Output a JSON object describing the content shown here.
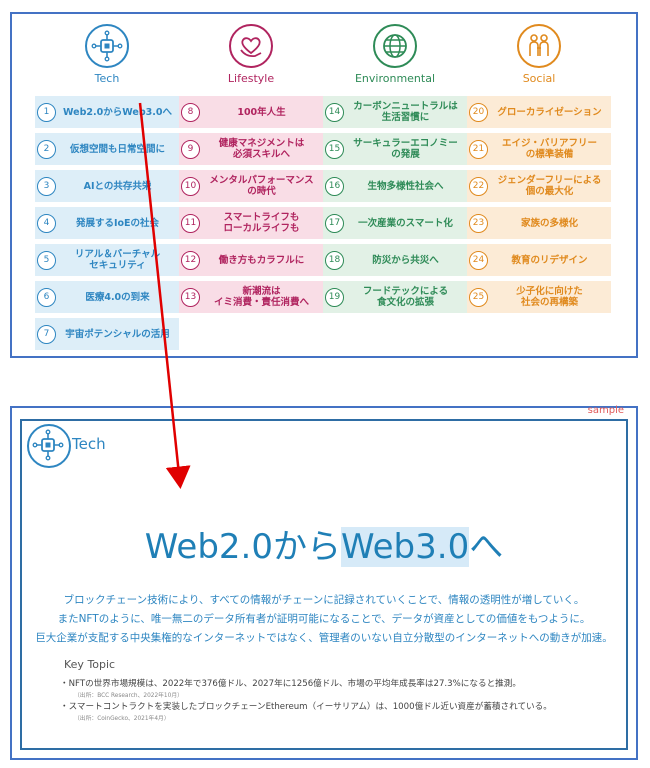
{
  "top_panel": {
    "categories": [
      {
        "title": "Tech",
        "icon": "circuit-chip-icon",
        "color": "#2e86c1",
        "bg": "#ddeef8",
        "items": [
          {
            "num": "1",
            "label": "Web2.0からWeb3.0へ"
          },
          {
            "num": "2",
            "label": "仮想空間も日常空間に"
          },
          {
            "num": "3",
            "label": "AIとの共存共栄"
          },
          {
            "num": "4",
            "label": "発展するIoEの社会"
          },
          {
            "num": "5",
            "label": "リアル＆バーチャル\nセキュリティ"
          },
          {
            "num": "6",
            "label": "医療4.0の到来"
          },
          {
            "num": "7",
            "label": "宇宙ポテンシャルの活用"
          }
        ]
      },
      {
        "title": "Lifestyle",
        "icon": "heart-hand-icon",
        "color": "#b0245f",
        "bg": "#f9dde6",
        "items": [
          {
            "num": "8",
            "label": "100年人生"
          },
          {
            "num": "9",
            "label": "健康マネジメントは\n必須スキルへ"
          },
          {
            "num": "10",
            "label": "メンタルパフォーマンス\nの時代"
          },
          {
            "num": "11",
            "label": "スマートライフも\nローカルライフも"
          },
          {
            "num": "12",
            "label": "働き方もカラフルに"
          },
          {
            "num": "13",
            "label": "新潮流は\nイミ消費・責任消費へ"
          }
        ]
      },
      {
        "title": "Environmental",
        "icon": "globe-icon",
        "color": "#2e8b57",
        "bg": "#e2f1e6",
        "items": [
          {
            "num": "14",
            "label": "カーボンニュートラルは\n生活習慣に"
          },
          {
            "num": "15",
            "label": "サーキュラーエコノミー\nの発展"
          },
          {
            "num": "16",
            "label": "生物多様性社会へ"
          },
          {
            "num": "17",
            "label": "一次産業のスマート化"
          },
          {
            "num": "18",
            "label": "防災から共災へ"
          },
          {
            "num": "19",
            "label": "フードテックによる\n食文化の拡張"
          }
        ]
      },
      {
        "title": "Social",
        "icon": "people-icon",
        "color": "#e08a1e",
        "bg": "#fcebd6",
        "items": [
          {
            "num": "20",
            "label": "グローカライゼーション"
          },
          {
            "num": "21",
            "label": "エイジ・バリアフリー\nの標準装備"
          },
          {
            "num": "22",
            "label": "ジェンダーフリーによる\n個の最大化"
          },
          {
            "num": "23",
            "label": "家族の多様化"
          },
          {
            "num": "24",
            "label": "教育のリデザイン"
          },
          {
            "num": "25",
            "label": "少子化に向けた\n社会の再構築"
          }
        ]
      }
    ]
  },
  "arrow_color": "#e00000",
  "slide": {
    "sample_label": "sample",
    "tech_label": "Tech",
    "title_part1": "Web2.0から",
    "title_part2": "Web3.0",
    "title_part3": "へ",
    "body_lines": [
      "ブロックチェーン技術により、すべての情報がチェーンに記録されていくことで、情報の透明性が増していく。",
      "またNFTのように、唯一無二のデータ所有者が証明可能になることで、データが資産としての価値をもつように。",
      "巨大企業が支配する中央集権的なインターネットではなく、管理者のいない自立分散型のインターネットへの動きが加速。"
    ],
    "key_topic_title": "Key Topic",
    "key_topics": [
      {
        "text": "・NFTの世界市場規模は、2022年で376億ドル、2027年に1256億ドル、市場の平均年成長率は27.3%になると推測。",
        "source": "（出所：BCC Research、2022年10月）"
      },
      {
        "text": "・スマートコントラクトを実装したブロックチェーンEthereum（イーサリアム）は、1000億ドル近い資産が蓄積されている。",
        "source": "（出所：CoinGecko、2021年4月）"
      }
    ]
  }
}
